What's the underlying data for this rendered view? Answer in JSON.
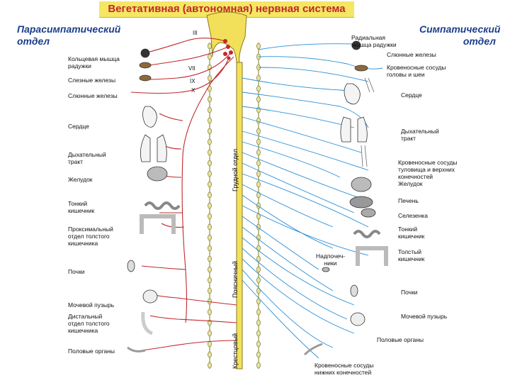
{
  "title": "Вегетативная (автономная) нервная система",
  "left_header": "Парасимпатический\nотдел",
  "right_header": "Симпатический\nотдел",
  "left_labels": [
    "Кольцевая мышца\nрадужки",
    "Слезные железы",
    "Слюнные железы",
    "Сердце",
    "Дыхательный\nтракт",
    "Желудок",
    "Тонкий\nкишечник",
    "Проксимальный\nотдел толстого\nкишечника",
    "Почки",
    "Мочевой пузырь",
    "Дистальный\nотдел толстого\nкишечника",
    "Половые органы"
  ],
  "right_labels": [
    "Радиальная\nмышца радужки",
    "Слюнные железы",
    "Кровеносные сосуды\nголовы и шеи",
    "Сердце",
    "Дыхательный\nтракт",
    "Кровеносные сосуды\nтуловища и верхних\nконечностей",
    "Желудок",
    "Печень",
    "Селезенка",
    "Тонкий\nкишечник",
    "Надпочеч-\nники",
    "Толстый\nкишечник",
    "Почки",
    "Мочевой пузырь",
    "Половые органы",
    "Кровеносные сосуды\nнижних конечностей"
  ],
  "cranial_nerves": [
    "III",
    "VII",
    "IX",
    "X"
  ],
  "spinal_sections": [
    "Грудной отдел",
    "Поясничный",
    "Крестцовый"
  ],
  "colors": {
    "parasympathetic": "#c0282d",
    "sympathetic": "#2a8fd6",
    "spinal_cord": "#f3e05a",
    "chain": "#7a7a2a",
    "header": "#1b3f8b"
  }
}
